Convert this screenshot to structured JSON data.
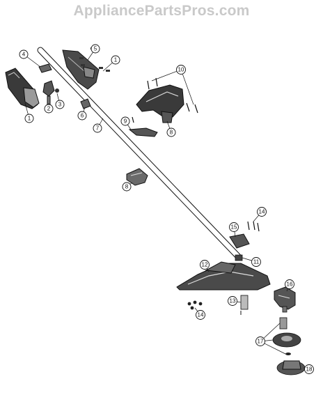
{
  "watermark": "AppliancePartsPros.com",
  "callouts": [
    {
      "id": "c1a",
      "label": "1"
    },
    {
      "id": "c1b",
      "label": "1"
    },
    {
      "id": "c2",
      "label": "2"
    },
    {
      "id": "c3",
      "label": "3"
    },
    {
      "id": "c4",
      "label": "4"
    },
    {
      "id": "c5",
      "label": "5"
    },
    {
      "id": "c6",
      "label": "6"
    },
    {
      "id": "c7",
      "label": "7"
    },
    {
      "id": "c8a",
      "label": "8"
    },
    {
      "id": "c8b",
      "label": "8"
    },
    {
      "id": "c9",
      "label": "9"
    },
    {
      "id": "c10",
      "label": "10"
    },
    {
      "id": "c11",
      "label": "11"
    },
    {
      "id": "c12",
      "label": "12"
    },
    {
      "id": "c13",
      "label": "13"
    },
    {
      "id": "c14a",
      "label": "14"
    },
    {
      "id": "c14b",
      "label": "14"
    },
    {
      "id": "c15",
      "label": "15"
    },
    {
      "id": "c16",
      "label": "16"
    },
    {
      "id": "c17",
      "label": "17"
    },
    {
      "id": "c18",
      "label": "18"
    }
  ]
}
